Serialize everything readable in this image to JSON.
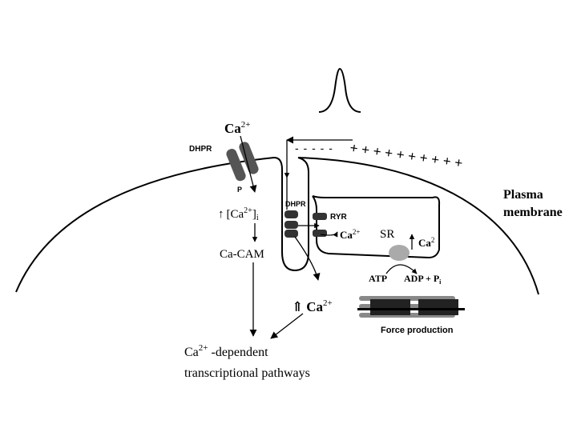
{
  "labels": {
    "ca_top": "Ca",
    "ca_top_sup": "2+",
    "dhpr_left": "DHPR",
    "p_mark": "P",
    "ca_i_arrow": "↑",
    "ca_i_text": "[Ca",
    "ca_i_sup": "2+",
    "ca_i_close": "]",
    "ca_i_sub": "i",
    "ca_cam": "Ca-CAM",
    "transcription_line1_main": "Ca",
    "transcription_line1_sup": "2+",
    "transcription_line1_rest": " -dependent",
    "transcription_line2": "transcriptional pathways",
    "dhpr_t": "DHPR",
    "ryr": "RYR",
    "sr_ca": "Ca",
    "sr_ca_sup": "2+",
    "sr": "SR",
    "ca_pump": "Ca",
    "ca_pump_sup": "2",
    "atp": "ATP",
    "adp": "ADP + P",
    "adp_sub": "i",
    "ca_big_arrow": "⇑",
    "ca_big": "Ca",
    "ca_big_sup": "2+",
    "force": "Force production",
    "plasma_line1": "Plasma",
    "plasma_line2": "membrane",
    "minus_signs": "- - - - -",
    "plus_signs": "+ + + + + + + + + +"
  }
}
